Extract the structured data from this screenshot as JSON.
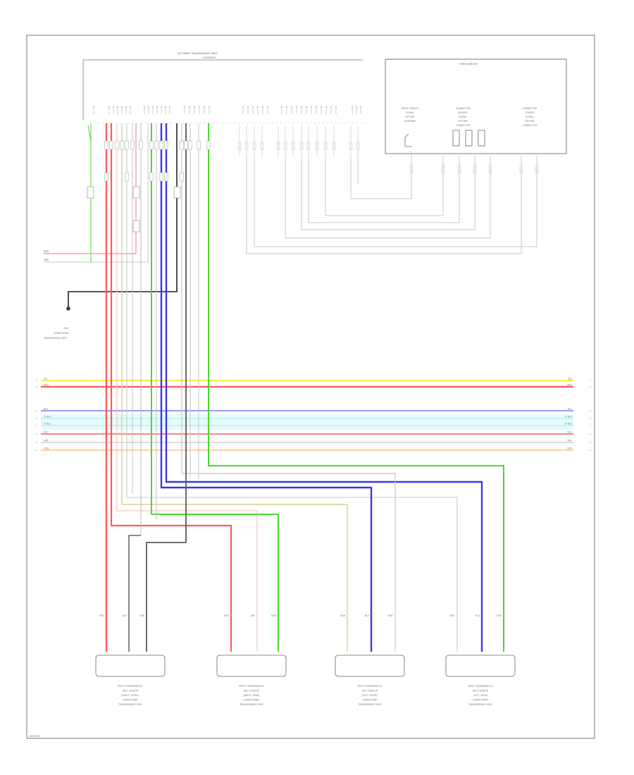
{
  "header": {
    "module_title": "A/C PRINT TRANSPARENCY BELT",
    "module_subtitle": "ASSEMBLY",
    "right_module_title": "OPEN SENSOR"
  },
  "right_module": {
    "labels": [
      [
        "PRINT SENSOR",
        "SIGNAL",
        "RETURN",
        "ASSEMBLY"
      ],
      [
        "CONNECTOR",
        "SENSOR",
        "SIGNAL",
        "RETURN",
        "CONNECTOR"
      ],
      [
        "CONNECTOR",
        "SENSOR",
        "SIGNAL",
        "RETURN",
        "CONNECTOR"
      ]
    ]
  },
  "left_panel": {
    "wire_labels": [
      "RED",
      "GRY"
    ],
    "ground_label": [
      "GND",
      "LOWER PRINT",
      "TRANSPARENCY BELT"
    ]
  },
  "bus_labels": {
    "left": [
      "YEL",
      "RED",
      "BLU",
      "LT BLU",
      "LT BLU",
      "RED",
      "GRY",
      "ORN"
    ],
    "right": [
      "YEL",
      "RED",
      "BLU",
      "LT BLU",
      "LT BLU",
      "RED",
      "GRY",
      "ORN"
    ]
  },
  "sensors": [
    {
      "wire_labels": [
        "RED",
        "BLU",
        "GRN"
      ],
      "caption": [
        "PRINT TRANSPARENCY",
        "BELT SENSOR",
        "(RIGHT, FRONT)",
        "LOWER PRINT",
        "TRANSPARENCY BELT"
      ]
    },
    {
      "wire_labels": [
        "RED",
        "GRY",
        "GRN"
      ],
      "caption": [
        "PRINT TRANSPARENCY",
        "BELT SENSOR",
        "(RIGHT, REAR)",
        "LOWER PRINT",
        "TRANSPARENCY BELT"
      ]
    },
    {
      "wire_labels": [
        "GRN",
        "BLU",
        "WHT"
      ],
      "caption": [
        "PRINT TRANSPARENCY",
        "BELT SENSOR",
        "(LEFT, FRONT)",
        "LOWER PRINT",
        "TRANSPARENCY BELT"
      ]
    },
    {
      "wire_labels": [
        "WHT",
        "BLU",
        "GRN"
      ],
      "caption": [
        "PRINT TRANSPARENCY",
        "BELT SENSOR",
        "(LEFT, REAR)",
        "LOWER PRINT",
        "TRANSPARENCY BELT"
      ]
    }
  ],
  "footer": {
    "code": "W12345"
  },
  "colors": {
    "red": "#ff5a5a",
    "pink": "#ff8c96",
    "green": "#49d82b",
    "light_green": "#a7e67a",
    "blue": "#3b36e6",
    "light_blue": "#7c79ef",
    "yellow": "#f2f04f",
    "cyan": "#b5f3f3",
    "orange": "#ffb46e",
    "tan": "#d8d08a",
    "dark_gray": "#3c3c3c",
    "gray": "#888888",
    "light_gray": "#c8c8c8",
    "border": "#555555"
  }
}
